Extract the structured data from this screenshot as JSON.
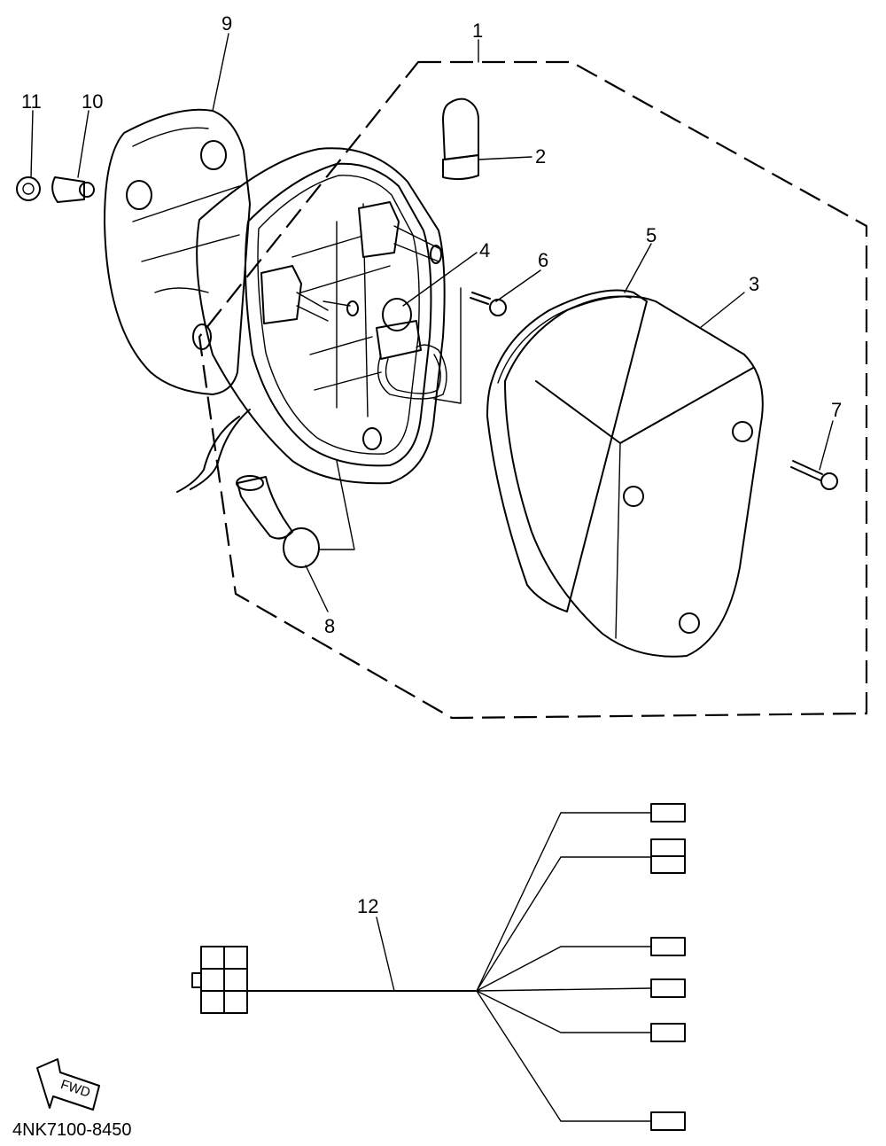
{
  "callouts": {
    "c1": "1",
    "c2": "2",
    "c3": "3",
    "c4": "4",
    "c5": "5",
    "c6": "6",
    "c7": "7",
    "c8": "8",
    "c9": "9",
    "c10": "10",
    "c11": "11",
    "c12": "12"
  },
  "fwd_label": "FWD",
  "diagram_code": "4NK7100-8450"
}
